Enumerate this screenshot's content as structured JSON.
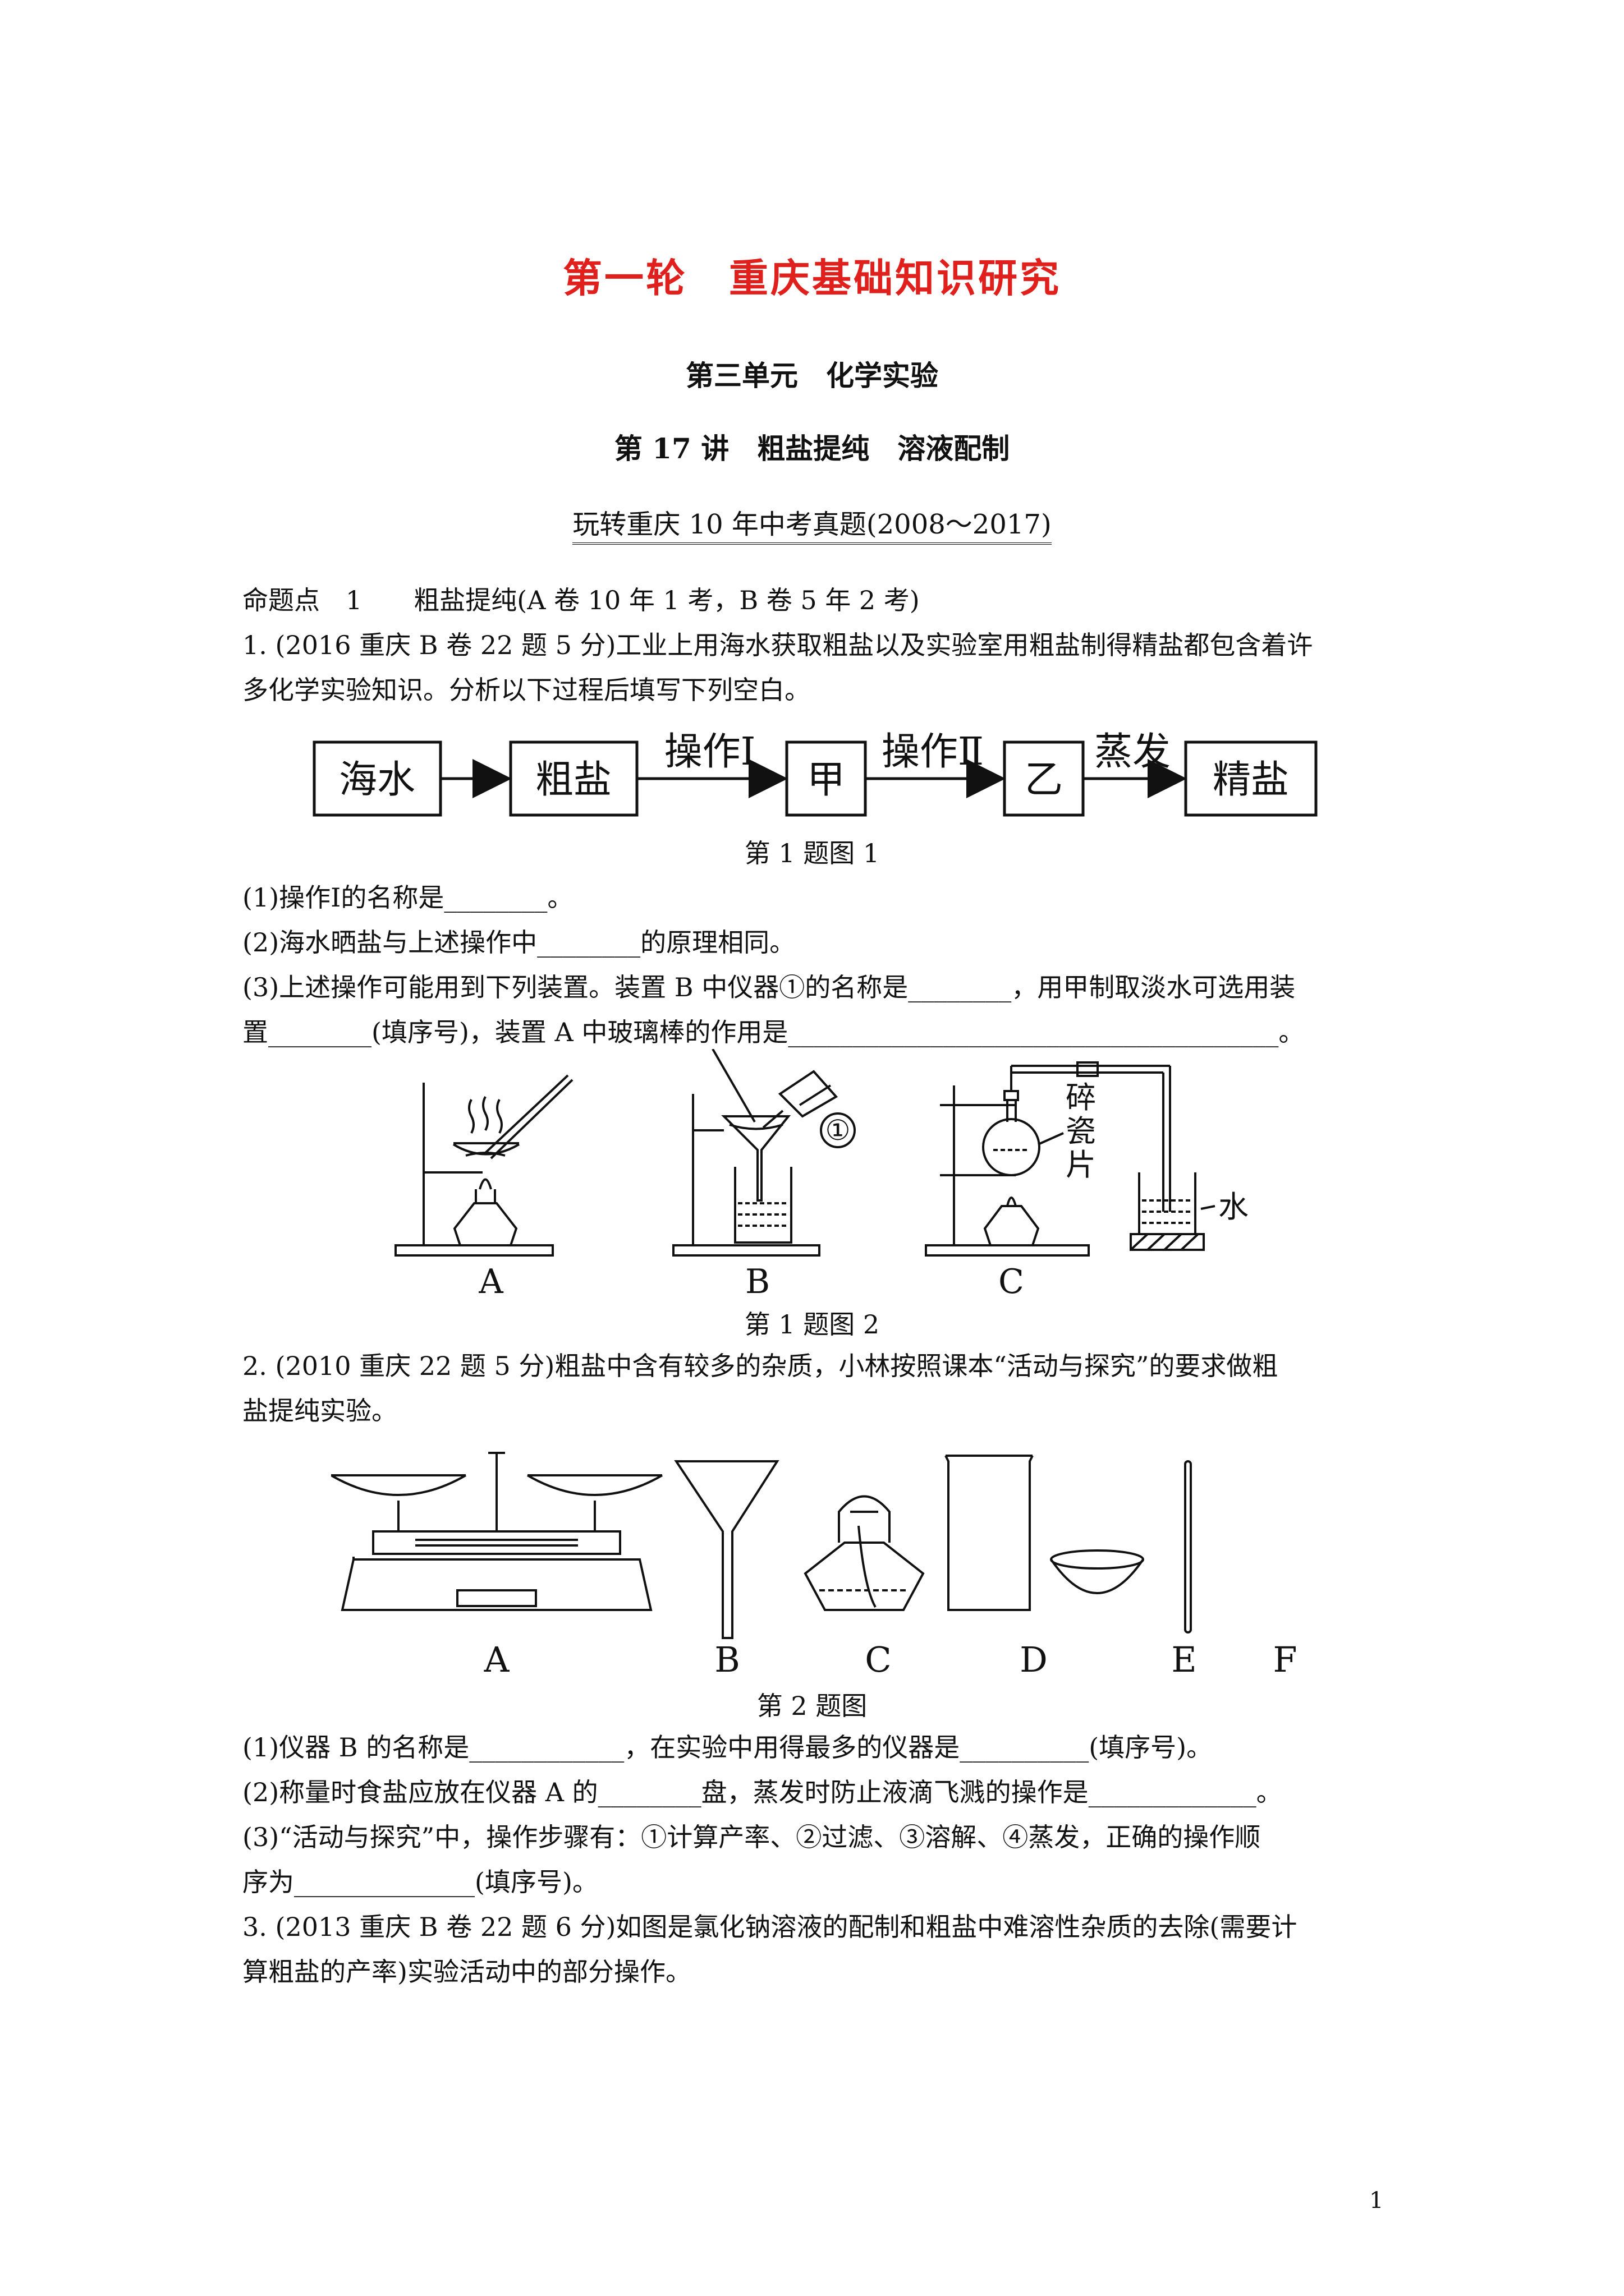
{
  "header": {
    "round_title": "第一轮　重庆基础知识研究",
    "unit_title": "第三单元　化学实验",
    "lecture_title": "第 17 讲　粗盐提纯　溶液配制",
    "subtitle": "玩转重庆 10 年中考真题(2008～2017)"
  },
  "topic": "命题点　1　　粗盐提纯(A 卷 10 年 1 考，B 卷 5 年 2 考)",
  "q1": {
    "stem_line1": "1. (2016 重庆 B 卷 22 题 5 分)工业上用海水获取粗盐以及实验室用粗盐制得精盐都包含着许",
    "stem_line2": "多化学实验知识。分析以下过程后填写下列空白。",
    "flow": {
      "boxes": [
        "海水",
        "粗盐",
        "甲",
        "乙",
        "精盐"
      ],
      "arrows": [
        "操作Ⅰ",
        "操作Ⅱ",
        "蒸发"
      ]
    },
    "fig1_caption": "第 1 题图 1",
    "sub1": "(1)操作Ⅰ的名称是________。",
    "sub2": "(2)海水晒盐与上述操作中________的原理相同。",
    "sub3_line1": "(3)上述操作可能用到下列装置。装置 B 中仪器①的名称是________，用甲制取淡水可选用装",
    "sub3_line2": "置________(填序号)，装置 A 中玻璃棒的作用是______________________________________。",
    "fig2": {
      "labels": [
        "A",
        "B",
        "C"
      ],
      "circled": "①",
      "annot_broken_porcelain": [
        "碎",
        "瓷",
        "片"
      ],
      "annot_water": "水"
    },
    "fig2_caption": "第 1 题图 2"
  },
  "q2": {
    "stem_line1": "2. (2010 重庆 22 题 5 分)粗盐中含有较多的杂质，小林按照课本“活动与探究”的要求做粗",
    "stem_line2": "盐提纯实验。",
    "fig_labels": [
      "A",
      "B",
      "C",
      "D",
      "E",
      "F"
    ],
    "fig_caption": "第 2 题图",
    "sub1": "(1)仪器 B 的名称是____________，在实验中用得最多的仪器是__________(填序号)。",
    "sub2": "(2)称量时食盐应放在仪器 A 的________盘，蒸发时防止液滴飞溅的操作是_____________。",
    "sub3_line1": "(3)“活动与探究”中，操作步骤有：①计算产率、②过滤、③溶解、④蒸发，正确的操作顺",
    "sub3_line2": "序为______________(填序号)。"
  },
  "q3": {
    "stem_line1": "3. (2013 重庆 B 卷 22 题 6 分)如图是氯化钠溶液的配制和粗盐中难溶性杂质的去除(需要计",
    "stem_line2": "算粗盐的产率)实验活动中的部分操作。"
  },
  "page_number": "1",
  "colors": {
    "title_red": "#e0201c",
    "ink": "#111111"
  }
}
